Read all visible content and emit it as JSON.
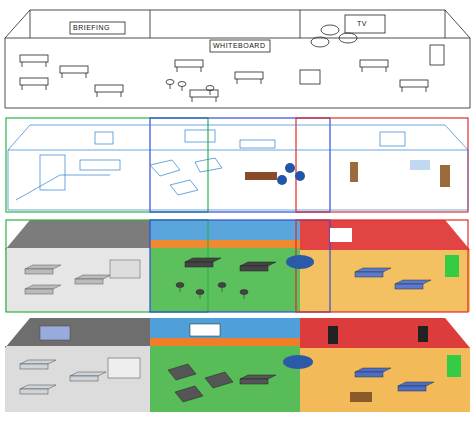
{
  "diagram": {
    "labels": [
      "BRIEFING",
      "WHITEBOARD",
      "TV"
    ]
  }
}
